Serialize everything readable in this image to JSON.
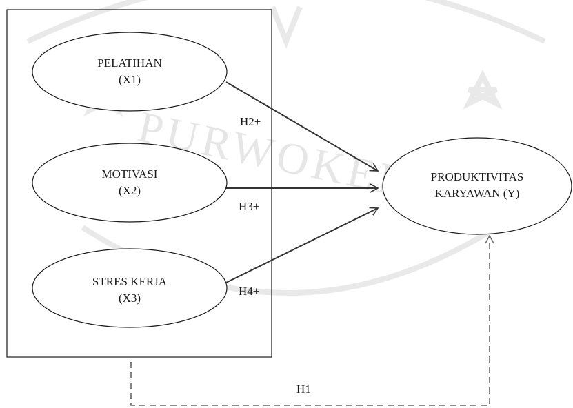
{
  "diagram": {
    "nodes": [
      {
        "id": "x1",
        "line1": "PELATIHAN",
        "line2": "(X1)"
      },
      {
        "id": "x2",
        "line1": "MOTIVASI",
        "line2": "(X2)"
      },
      {
        "id": "x3",
        "line1": "STRES KERJA",
        "line2": "(X3)"
      },
      {
        "id": "y",
        "line1": "PRODUKTIVITAS",
        "line2": "KARYAWAN (Y)"
      }
    ],
    "hypotheses": [
      {
        "id": "h2",
        "label": "H2+",
        "from": "x1",
        "to": "y"
      },
      {
        "id": "h3",
        "label": "H3+",
        "from": "x2",
        "to": "y"
      },
      {
        "id": "h4",
        "label": "H4+",
        "from": "x3",
        "to": "y"
      },
      {
        "id": "h1",
        "label": "H1",
        "from": "x-group",
        "to": "y",
        "style": "dashed"
      }
    ]
  },
  "watermark": {
    "text": "PURWOKERTO"
  }
}
